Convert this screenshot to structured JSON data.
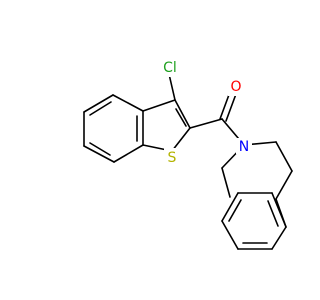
{
  "molecule": {
    "atoms": {
      "cl": {
        "label": "Cl",
        "color": "#1fa01f"
      },
      "s": {
        "label": "S",
        "color": "#b3b300"
      },
      "o": {
        "label": "O",
        "color": "#ff0000"
      },
      "n": {
        "label": "N",
        "color": "#0000ff"
      }
    },
    "bond_color": "#000000",
    "background": "#ffffff"
  }
}
